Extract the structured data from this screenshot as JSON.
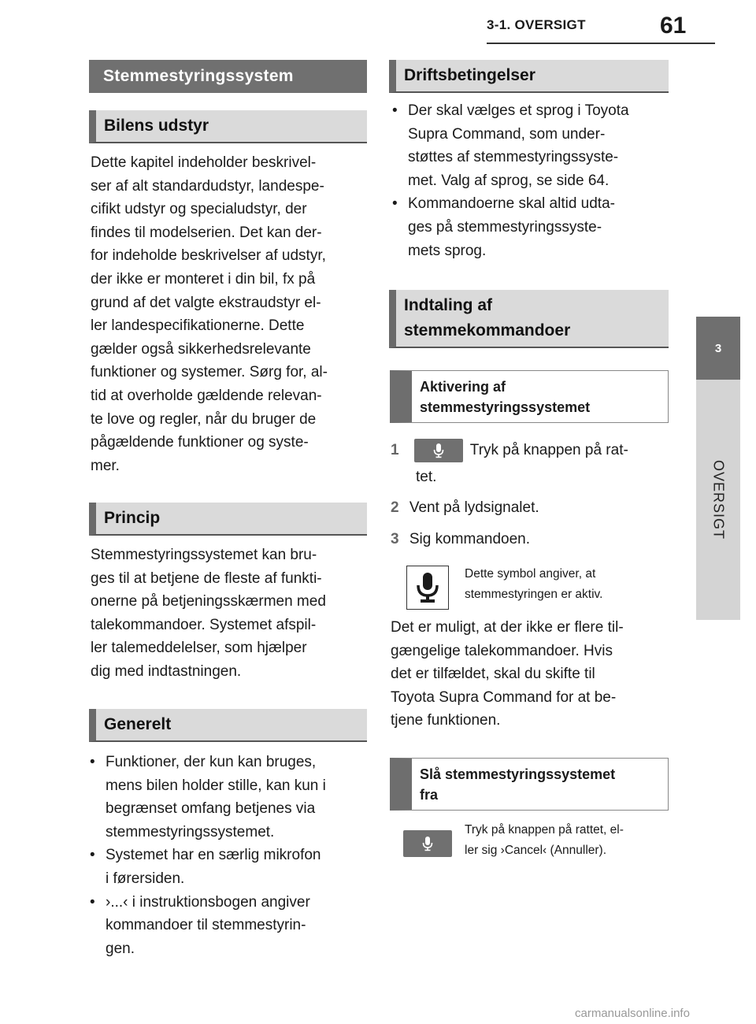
{
  "header": {
    "section": "3-1. OVERSIGT",
    "page_number": "61"
  },
  "side_tab": {
    "chapter": "3",
    "label": "OVERSIGT"
  },
  "left": {
    "main_title": "Stemmestyringssystem",
    "sec1": {
      "title": "Bilens udstyr",
      "lines": [
        "Dette kapitel indeholder beskrivel-",
        "ser af alt standardudstyr, landespe-",
        "cifikt udstyr og specialudstyr, der",
        "findes til modelserien. Det kan der-",
        "for indeholde beskrivelser af udstyr,",
        "der ikke er monteret i din bil, fx på",
        "grund af det valgte ekstraudstyr el-",
        "ler landespecifikationerne. Dette",
        "gælder også sikkerhedsrelevante",
        "funktioner og systemer. Sørg for, al-",
        "tid at overholde gældende relevan-",
        "te love og regler, når du bruger de",
        "pågældende funktioner og syste-",
        "mer."
      ]
    },
    "sec2": {
      "title": "Princip",
      "lines": [
        "Stemmestyringssystemet kan bru-",
        "ges til at betjene de fleste af funkti-",
        "onerne på betjeningsskærmen med",
        "talekommandoer. Systemet afspil-",
        "ler talemeddelelser, som hjælper",
        "dig med indtastningen."
      ]
    },
    "sec3": {
      "title": "Generelt",
      "bullets": [
        [
          "Funktioner, der kun kan bruges,",
          "mens bilen holder stille, kan kun i",
          "begrænset omfang betjenes via",
          "stemmestyringssystemet."
        ],
        [
          "Systemet har en særlig mikrofon",
          "i førersiden."
        ],
        [
          "›...‹ i instruktionsbogen angiver",
          "kommandoer til stemmestyrin-",
          "gen."
        ]
      ]
    }
  },
  "right": {
    "sec1": {
      "title": "Driftsbetingelser",
      "bullets": [
        [
          "Der skal vælges et sprog i Toyota",
          "Supra Command, som under-",
          "støttes af stemmestyringssyste-",
          "met. Valg af sprog, se side 64."
        ],
        [
          "Kommandoerne skal altid udta-",
          "ges på stemmestyringssyste-",
          "mets sprog."
        ]
      ]
    },
    "sec2": {
      "title_line1": "Indtaling af",
      "title_line2": "stemmekommandoer"
    },
    "sub1": {
      "title_line1": "Aktivering af",
      "title_line2": "stemmestyringssystemet",
      "steps": [
        {
          "num": "1",
          "text": "Tryk på knappen på rat-",
          "cont": "tet."
        },
        {
          "num": "2",
          "text": "Vent på lydsignalet."
        },
        {
          "num": "3",
          "text": "Sig kommandoen."
        }
      ],
      "note_lines": [
        "Dette symbol angiver, at",
        "stemmestyringen er aktiv."
      ],
      "para_lines": [
        "Det er muligt, at der ikke er flere til-",
        "gængelige talekommandoer. Hvis",
        "det er tilfældet, skal du skifte til",
        "Toyota Supra Command for at be-",
        "tjene funktionen."
      ]
    },
    "sub2": {
      "title_line1": "Slå stemmestyringssystemet",
      "title_line2": "fra",
      "note_lines": [
        "Tryk på knappen på rattet, el-",
        "ler sig ›Cancel‹ (Annuller)."
      ]
    }
  },
  "footer": {
    "watermark": "carmanualsonline.info"
  },
  "icons": {
    "mic_button": "microphone-icon",
    "voice_active": "microphone-large-icon"
  }
}
